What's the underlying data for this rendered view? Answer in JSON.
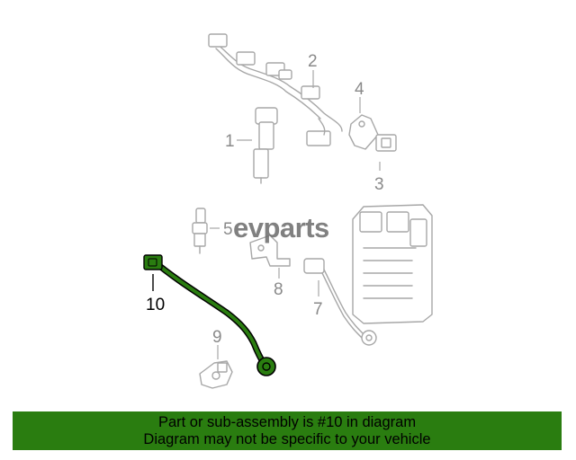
{
  "watermark": "evparts",
  "callouts": [
    "1",
    "2",
    "3",
    "4",
    "5",
    "7",
    "8",
    "9",
    "10"
  ],
  "highlight_callout": "10",
  "highlight_color": "#2a7d10",
  "banner": {
    "line1": "Part or sub-assembly is #10 in diagram",
    "line2": "Diagram may not be specific to your vehicle",
    "background": "#2a7d10"
  }
}
